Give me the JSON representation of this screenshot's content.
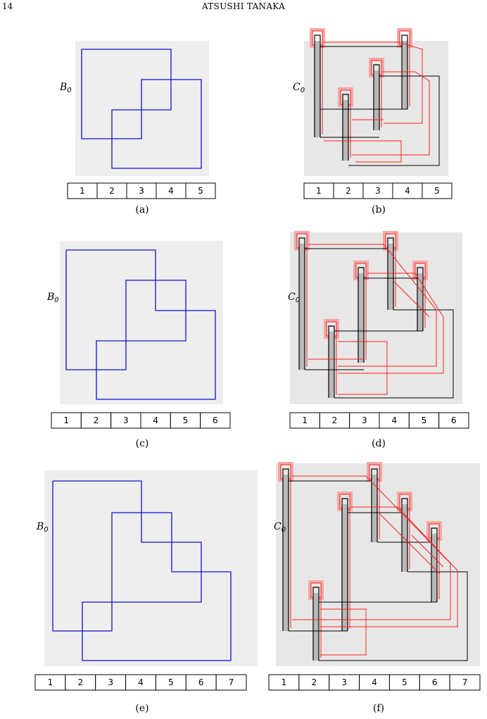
{
  "page_number": "14",
  "running_head": "ATSUSHI TANAKA",
  "colors": {
    "background": "#eeeeee",
    "blue": "#1010d0",
    "black": "#000000",
    "red": "#ff2020",
    "pink": "#f4a7a7"
  },
  "panels": [
    {
      "caption": "(a)",
      "kind": "B",
      "label": "B",
      "sub": "0",
      "cells": [
        "1",
        "2",
        "3",
        "4",
        "5"
      ]
    },
    {
      "caption": "(b)",
      "kind": "C",
      "label": "C",
      "sub": "0",
      "cells": [
        "1",
        "2",
        "3",
        "4",
        "5"
      ]
    },
    {
      "caption": "(c)",
      "kind": "B",
      "label": "B",
      "sub": "0",
      "cells": [
        "1",
        "2",
        "3",
        "4",
        "5",
        "6"
      ]
    },
    {
      "caption": "(d)",
      "kind": "C",
      "label": "C",
      "sub": "0",
      "cells": [
        "1",
        "2",
        "3",
        "4",
        "5",
        "6"
      ]
    },
    {
      "caption": "(e)",
      "kind": "B",
      "label": "B",
      "sub": "0",
      "cells": [
        "1",
        "2",
        "3",
        "4",
        "5",
        "6",
        "7"
      ]
    },
    {
      "caption": "(f)",
      "kind": "C",
      "label": "C",
      "sub": "0",
      "cells": [
        "1",
        "2",
        "3",
        "4",
        "5",
        "6",
        "7"
      ]
    }
  ]
}
